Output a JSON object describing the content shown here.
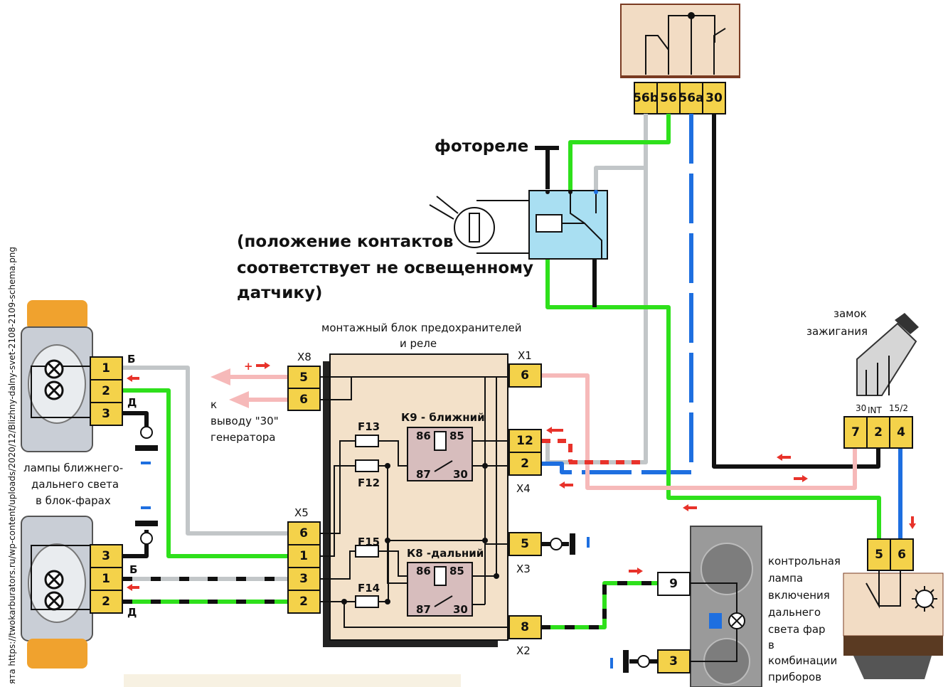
{
  "labels": {
    "photorelay": "фотореле",
    "note_1": "(положение  контактов",
    "note_2": "соответствует не освещенному",
    "note_3": "датчику)",
    "fuse_block_1": "монтажный блок предохранителей",
    "fuse_block_2": "и реле",
    "ignition_1": "замок",
    "ignition_2": "зажигания",
    "lamps_1": "лампы ближнего-",
    "lamps_2": "дальнего света",
    "lamps_3": "в блок-фарах",
    "gen_1": "к",
    "gen_2": "выводу \"30\"",
    "gen_3": "генератора",
    "indicator": [
      "контрольная",
      "лампа",
      "включения",
      "дальнего",
      "света фар",
      "в",
      "комбинации",
      "приборов"
    ],
    "source_url": "ята https://twokarburators.ru/wp-content/uploads/2020/12/Blizhny-dalny-svet-2108-2109-schema.png"
  },
  "light_switch_pins": [
    "56b",
    "56",
    "56a",
    "30"
  ],
  "ignition_pins": [
    "7",
    "2",
    "4"
  ],
  "ignition_terminals": [
    "30",
    "INT",
    "15/2"
  ],
  "x8": {
    "name": "X8",
    "pins": [
      "5",
      "6"
    ]
  },
  "x1": {
    "name": "X1",
    "pins": [
      "6"
    ]
  },
  "x4": {
    "name": "X4",
    "pins": [
      "12",
      "2"
    ]
  },
  "x5": {
    "name": "X5",
    "pins": [
      "6",
      "1",
      "3",
      "2"
    ]
  },
  "x3": {
    "name": "X3",
    "pins": [
      "5"
    ]
  },
  "x2": {
    "name": "X2",
    "pins": [
      "8"
    ]
  },
  "headlamp_top": {
    "pins": [
      "1",
      "2",
      "3"
    ],
    "wire_b": "Б",
    "wire_d": "Д"
  },
  "headlamp_bottom": {
    "pins": [
      "3",
      "1",
      "2"
    ],
    "wire_b": "Б",
    "wire_d": "Д"
  },
  "fuses": [
    "F13",
    "F12",
    "F15",
    "F14"
  ],
  "relay_k9": {
    "title": "К9 - ближний",
    "pins": [
      "86",
      "85",
      "87",
      "30"
    ]
  },
  "relay_k8": {
    "title": "К8 -дальний",
    "pins": [
      "86",
      "85",
      "87",
      "30"
    ]
  },
  "cluster_pins": [
    "9",
    "3"
  ],
  "stalk_pins": [
    "5",
    "6"
  ],
  "signs": {
    "plus": "+",
    "minus": "-"
  },
  "colors": {
    "pin": "#f4d24a",
    "green": "#2ee01b",
    "gray": "#c2c6c8",
    "blue": "#1e6fe0",
    "pink": "#f6b9b9",
    "black": "#111111",
    "red": "#e8322a",
    "block": "#f3e1c9",
    "relay": "#d7bdbd",
    "photorelay": "#a9dff2",
    "switch_box": "#f2dcc4"
  }
}
